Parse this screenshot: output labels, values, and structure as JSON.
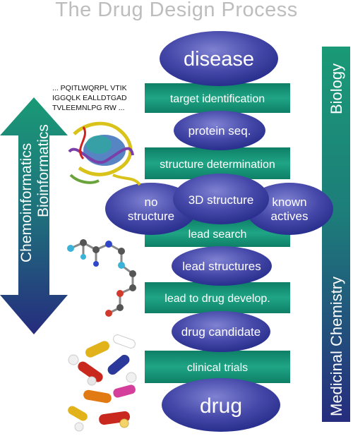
{
  "title": "The Drug Design Process",
  "sequence_lines": [
    "... PQITLWQRPL VTIK",
    "IGGQLK EALLDTGAD",
    "TVLEEMNLPG RW ..."
  ],
  "stages": [
    {
      "kind": "ellipse",
      "label": "disease",
      "size": "large"
    },
    {
      "kind": "band",
      "label": "target identification"
    },
    {
      "kind": "ellipse",
      "label": "protein seq.",
      "size": "small"
    },
    {
      "kind": "band",
      "label": "structure determination"
    },
    {
      "kind": "ellipse",
      "label": "3D structure",
      "size": "small"
    },
    {
      "kind": "band",
      "label": "lead search"
    },
    {
      "kind": "ellipse",
      "label": "lead structures",
      "size": "small"
    },
    {
      "kind": "band",
      "label": "lead to drug develop."
    },
    {
      "kind": "ellipse",
      "label": "drug candidate",
      "size": "small"
    },
    {
      "kind": "band",
      "label": "clinical trials"
    },
    {
      "kind": "ellipse",
      "label": "drug",
      "size": "large"
    }
  ],
  "side_ellipses": {
    "left": [
      "no",
      "structure"
    ],
    "right": [
      "known",
      "actives"
    ]
  },
  "right_bar": {
    "top_label": "Biology",
    "bottom_label": "Medicinal Chemistry"
  },
  "left_arrow": {
    "label_outer": "Chemoinformatics",
    "label_inner": "Bioinformatics"
  },
  "colors": {
    "ellipse_light": "#6e70c4",
    "ellipse_dark": "#272d8c",
    "band": "#179278",
    "bar_top": "#1a9a76",
    "bar_bottom": "#262c7e",
    "title": "#bdbdbd"
  }
}
